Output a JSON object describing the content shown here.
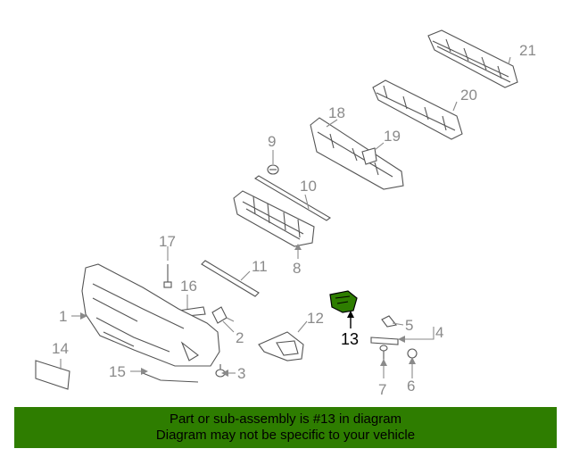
{
  "diagram": {
    "highlight_color": "#2e7d00",
    "highlighted_part": "13",
    "callouts": [
      "1",
      "2",
      "3",
      "4",
      "5",
      "6",
      "7",
      "8",
      "9",
      "10",
      "11",
      "12",
      "13",
      "14",
      "15",
      "16",
      "17",
      "18",
      "19",
      "20",
      "21"
    ]
  },
  "banner": {
    "line1": "Part or sub-assembly is #13 in diagram",
    "line2": "Diagram may not be specific to your vehicle",
    "background": "#2e7d00"
  }
}
